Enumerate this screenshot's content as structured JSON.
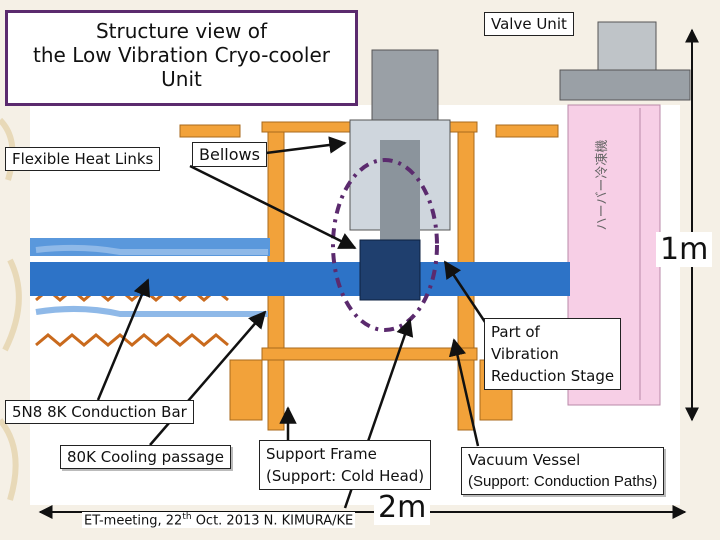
{
  "title": {
    "line1": "Structure view of",
    "line2": "the Low Vibration Cryo-cooler",
    "line3": "Unit"
  },
  "labels": {
    "valve_unit": "Valve Unit",
    "flexible_heat_links": "Flexible Heat Links",
    "bellows": "Bellows",
    "one_meter": "1m",
    "vibration_stage_1": "Part of",
    "vibration_stage_2": "Vibration",
    "vibration_stage_3": "Reduction Stage",
    "conduction_bar": "5N8 8K Conduction Bar",
    "cooling_passage": "80K Cooling passage",
    "support_frame_1": "Support Frame",
    "support_frame_2": "(Support: Cold Head)",
    "two_meter": "2m",
    "vacuum_vessel_1": "Vacuum Vessel",
    "vacuum_vessel_2": "(Support: Conduction Paths)",
    "vessel_side_text": "ハーバー冷凍機"
  },
  "footer": {
    "prefix": "ET-meeting, 22",
    "sup": "th",
    "suffix": " Oct. 2013 N. KIMURA/KE"
  },
  "colors": {
    "frame": "#f2a23a",
    "pink_vessel": "#f7cfe6",
    "blue_bar": "#2d73c7",
    "purple": "#5b2a6e"
  }
}
